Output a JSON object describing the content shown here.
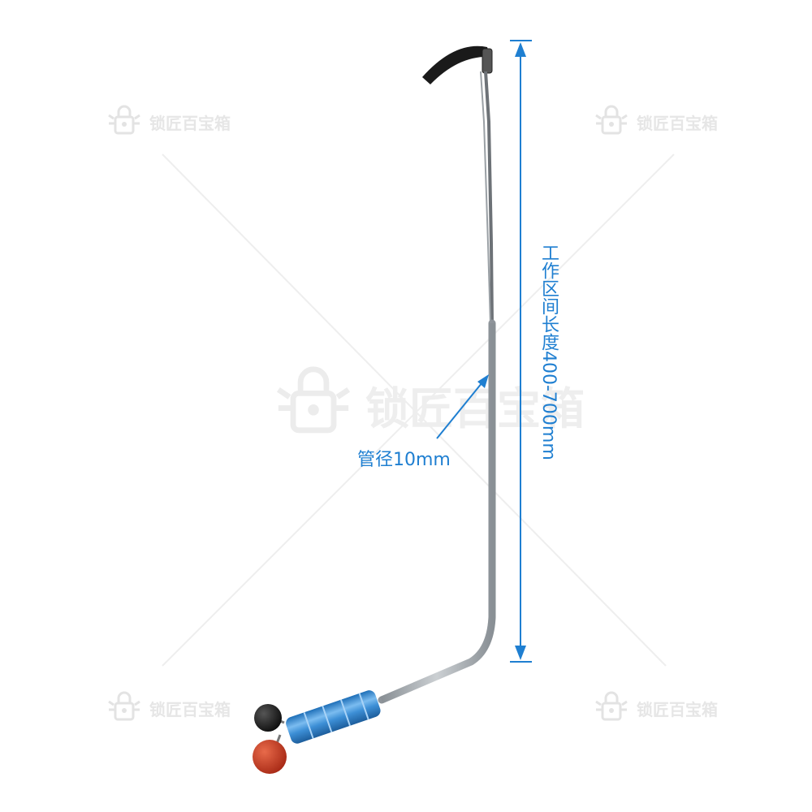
{
  "annotations": {
    "tube_diameter": "管径10mm",
    "working_length": "工作区间长度400-700mm"
  },
  "watermark": {
    "text": "锁匠百宝箱"
  },
  "colors": {
    "annotation_blue": "#1f7fd1",
    "handle_blue": "#3d8fd6",
    "knob_black": "#1b1b1b",
    "knob_red": "#c2361f",
    "rod_silver": "#b9bec4"
  }
}
